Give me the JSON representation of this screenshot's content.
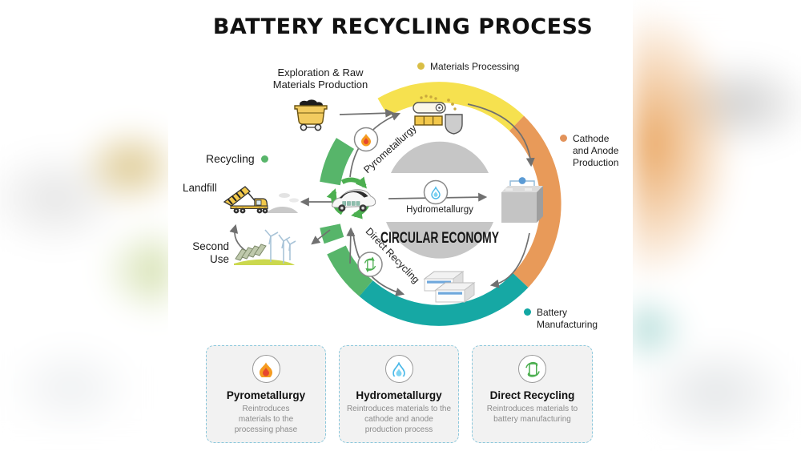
{
  "title": "BATTERY RECYCLING PROCESS",
  "ring": {
    "colors": {
      "materials_processing": "#F6E14F",
      "cathode_anode": "#E89A59",
      "battery_manufacturing": "#16A8A4",
      "recycling": "#57B56A"
    },
    "inner_gray": "#C6C6C6"
  },
  "dots": {
    "materials_processing": "#D9BE45",
    "cathode_anode": "#E2935B",
    "battery_manufacturing": "#12A7A3",
    "recycling": "#58B56A"
  },
  "labels": {
    "exploration_line1": "Exploration & Raw",
    "exploration_line2": "Materials Production",
    "materials_processing": "Materials Processing",
    "cathode_line1": "Cathode",
    "cathode_line2": "and Anode",
    "cathode_line3": "Production",
    "battery_line1": "Battery",
    "battery_line2": "Manufacturing",
    "recycling": "Recycling",
    "landfill": "Landfill",
    "second_use_line1": "Second",
    "second_use_line2": "Use",
    "pyrometallurgy": "Pyrometallurgy",
    "hydrometallurgy": "Hydrometallurgy",
    "direct_recycling": "Direct Recycling",
    "circular_economy": "CIRCULAR ECONOMY"
  },
  "icons": {
    "pyrometallurgy": "fire-icon",
    "hydrometallurgy": "water-drop-icon",
    "direct_recycling": "battery-recycle-icon",
    "exploration": "mine-cart-icon",
    "materials_processing": "shredder-icon",
    "cathode_anode": "battery-pack-icon",
    "battery_manufacturing": "battery-cells-icon",
    "recycling": "ev-car-recycle-icon",
    "landfill": "dump-truck-icon",
    "second_use": "solar-wind-icon"
  },
  "cards": [
    {
      "title": "Pyrometallurgy",
      "description": "Reintroduces materials to the processing phase",
      "icon": "fire-icon"
    },
    {
      "title": "Hydrometallurgy",
      "description": "Reintroduces materials to the cathode and anode production process",
      "icon": "water-drop-icon"
    },
    {
      "title": "Direct Recycling",
      "description": "Reintroduces materials to battery manufacturing",
      "icon": "battery-recycle-icon"
    }
  ]
}
